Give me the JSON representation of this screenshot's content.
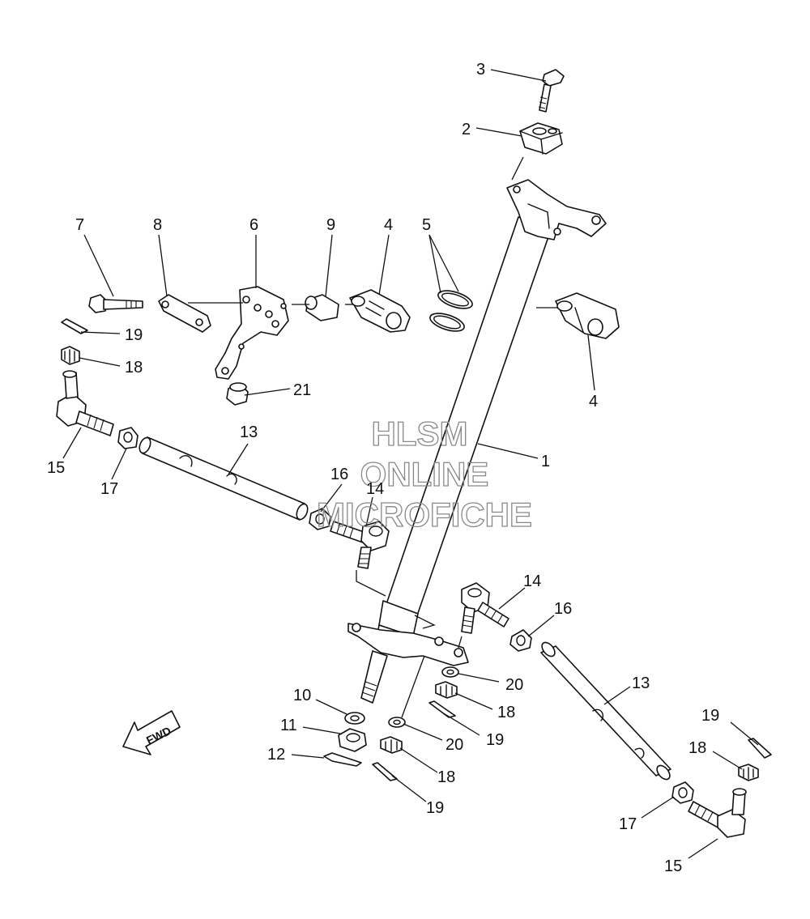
{
  "watermark": {
    "line1": "HLSM",
    "line2": "ONLINE",
    "line3": "MICROFICHE"
  },
  "fwd_label": "FWD",
  "callouts": {
    "c1": "1",
    "c2": "2",
    "c3": "3",
    "c4a": "4",
    "c4b": "4",
    "c5": "5",
    "c6": "6",
    "c7": "7",
    "c8": "8",
    "c9": "9",
    "c10": "10",
    "c11": "11",
    "c12": "12",
    "c13a": "13",
    "c13b": "13",
    "c14a": "14",
    "c14b": "14",
    "c15a": "15",
    "c15b": "15",
    "c16a": "16",
    "c16b": "16",
    "c17a": "17",
    "c17b": "17",
    "c18a": "18",
    "c18b": "18",
    "c18c": "18",
    "c18d": "18",
    "c19a": "19",
    "c19b": "19",
    "c19c": "19",
    "c19d": "19",
    "c20a": "20",
    "c20b": "20",
    "c21": "21"
  },
  "colors": {
    "line": "#111111",
    "background": "#ffffff",
    "watermark": "#888888"
  }
}
